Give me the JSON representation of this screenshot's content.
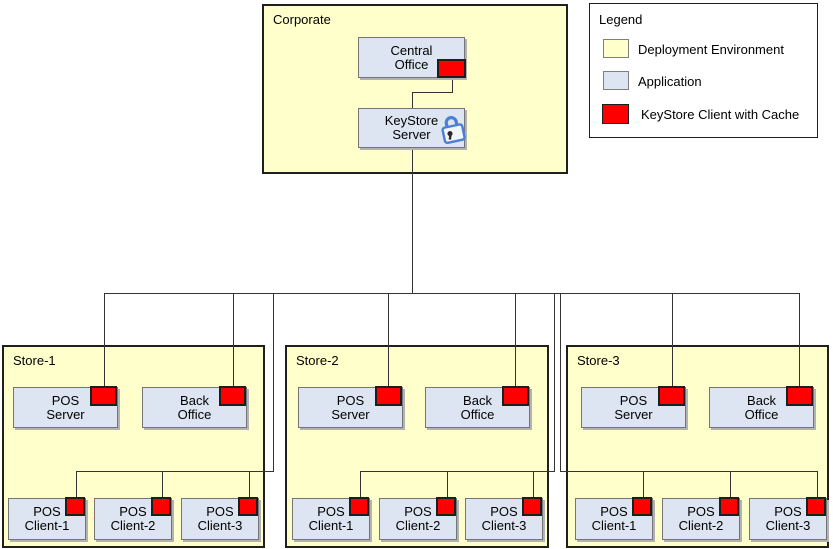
{
  "legend": {
    "title": "Legend",
    "items": [
      {
        "label": "Deployment Environment",
        "swatch_color": "#FFFFCC",
        "swatch_border": "#808080"
      },
      {
        "label": "Application",
        "swatch_color": "#DCE5F1",
        "swatch_border": "#808080"
      },
      {
        "label": "KeyStore Client with Cache",
        "swatch_color": "#FF0000",
        "swatch_border": "#1E1E1E"
      }
    ]
  },
  "corporate": {
    "label": "Corporate",
    "central_office": {
      "label": "Central Office",
      "has_keystore_client_badge": true
    },
    "keystore_server": {
      "label": "KeyStore Server",
      "icon": "padlock"
    }
  },
  "stores": [
    {
      "label": "Store-1",
      "servers": [
        "POS Server",
        "Back Office"
      ],
      "clients": [
        "POS Client-1",
        "POS Client-2",
        "POS Client-3"
      ]
    },
    {
      "label": "Store-2",
      "servers": [
        "POS Server",
        "Back Office"
      ],
      "clients": [
        "POS Client-1",
        "POS Client-2",
        "POS Client-3"
      ]
    },
    {
      "label": "Store-3",
      "servers": [
        "POS Server",
        "Back Office"
      ],
      "clients": [
        "POS Client-1",
        "POS Client-2",
        "POS Client-3"
      ]
    }
  ],
  "connections": [
    "Central Office — KeyStore Server",
    "KeyStore Server — POS Server (each store)",
    "KeyStore Server — Back Office (each store)",
    "KeyStore Server — POS Client-1, POS Client-2, POS Client-3 (each store)"
  ],
  "colors": {
    "deployment_environment_fill": "#FFFFCC",
    "application_fill": "#DCE5F1",
    "keystore_client_fill": "#FF0000",
    "connector_line": "#333333"
  }
}
